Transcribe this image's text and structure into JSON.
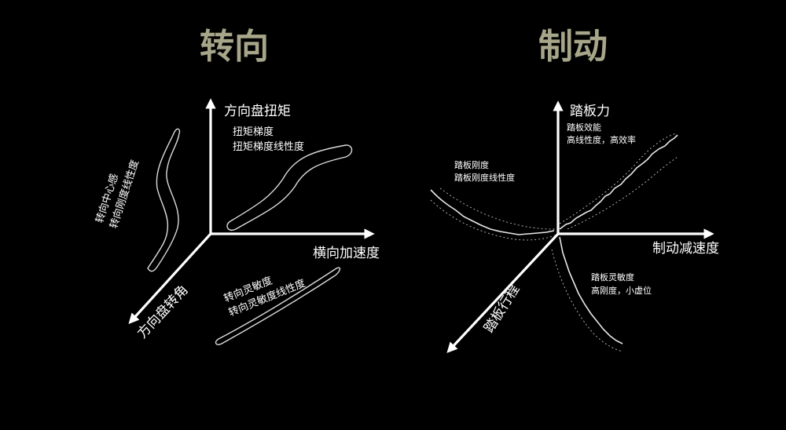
{
  "colors": {
    "background": "#000000",
    "heading": "#a7a68a",
    "line": "#ffffff"
  },
  "steering": {
    "title": "转向",
    "axes": {
      "vertical": "方向盘扭矩",
      "horizontal": "横向加速度",
      "diagonal": "方向盘转角"
    },
    "torque_notes": [
      "扭矩梯度",
      "扭矩梯度线性度"
    ],
    "center_notes": [
      "转向中心感",
      "转向刚度线性度"
    ],
    "sensitivity_notes": [
      "转向灵敏度",
      "转向灵敏度线性度"
    ]
  },
  "braking": {
    "title": "制动",
    "axes": {
      "vertical": "踏板力",
      "horizontal": "制动减速度",
      "diagonal": "踏板行程"
    },
    "efficiency_notes": [
      "踏板效能",
      "高线性度，高效率"
    ],
    "stiffness_notes": [
      "踏板刚度",
      "踏板刚度线性度"
    ],
    "sensitivity_notes": [
      "踏板灵敏度",
      "高刚度，小虚位"
    ]
  }
}
